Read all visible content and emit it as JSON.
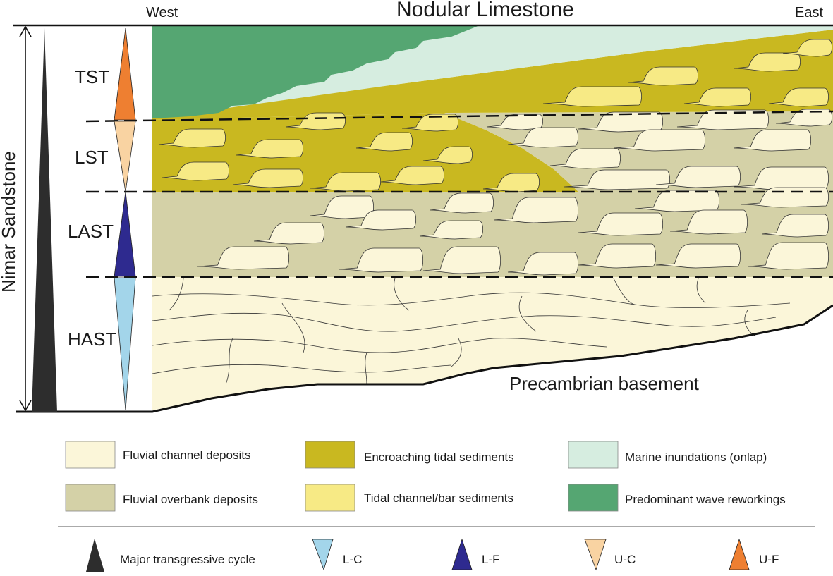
{
  "header": {
    "west": "West",
    "title": "Nodular Limestone",
    "east": "East"
  },
  "side_label": "Nimar Sandstone",
  "basement_label": "Precambrian basement",
  "systems_tracts": [
    {
      "label": "TST"
    },
    {
      "label": "LST"
    },
    {
      "label": "LAST"
    },
    {
      "label": "HAST"
    }
  ],
  "colors": {
    "fluvial_channel": "#fbf6d9",
    "fluvial_overbank": "#d4d1a7",
    "encroaching_tidal": "#c9b820",
    "tidal_channel_bar": "#f7ea85",
    "marine_inundation": "#d6ede0",
    "wave_reworking": "#55a672",
    "major_cycle": "#2d2d2d",
    "l_c": "#a3d5ea",
    "l_f": "#2e2a8f",
    "u_c": "#f9d3a2",
    "u_f": "#ee7f31"
  },
  "legend": {
    "row1": [
      {
        "label": "Fluvial channel deposits",
        "color_key": "fluvial_channel"
      },
      {
        "label": "Encroaching tidal sediments",
        "color_key": "encroaching_tidal"
      },
      {
        "label": "Marine inundations (onlap)",
        "color_key": "marine_inundation"
      }
    ],
    "row2": [
      {
        "label": "Fluvial overbank deposits",
        "color_key": "fluvial_overbank"
      },
      {
        "label": "Tidal channel/bar sediments",
        "color_key": "tidal_channel_bar"
      },
      {
        "label": "Predominant wave reworkings",
        "color_key": "wave_reworking"
      }
    ],
    "symbols": [
      {
        "label": "Major transgressive cycle",
        "icon": "black-upward-triangle"
      },
      {
        "label": "L-C",
        "icon": "light-blue-downward-triangle"
      },
      {
        "label": "L-F",
        "icon": "dark-blue-upward-triangle"
      },
      {
        "label": "U-C",
        "icon": "peach-downward-triangle"
      },
      {
        "label": "U-F",
        "icon": "orange-upward-triangle"
      }
    ]
  }
}
